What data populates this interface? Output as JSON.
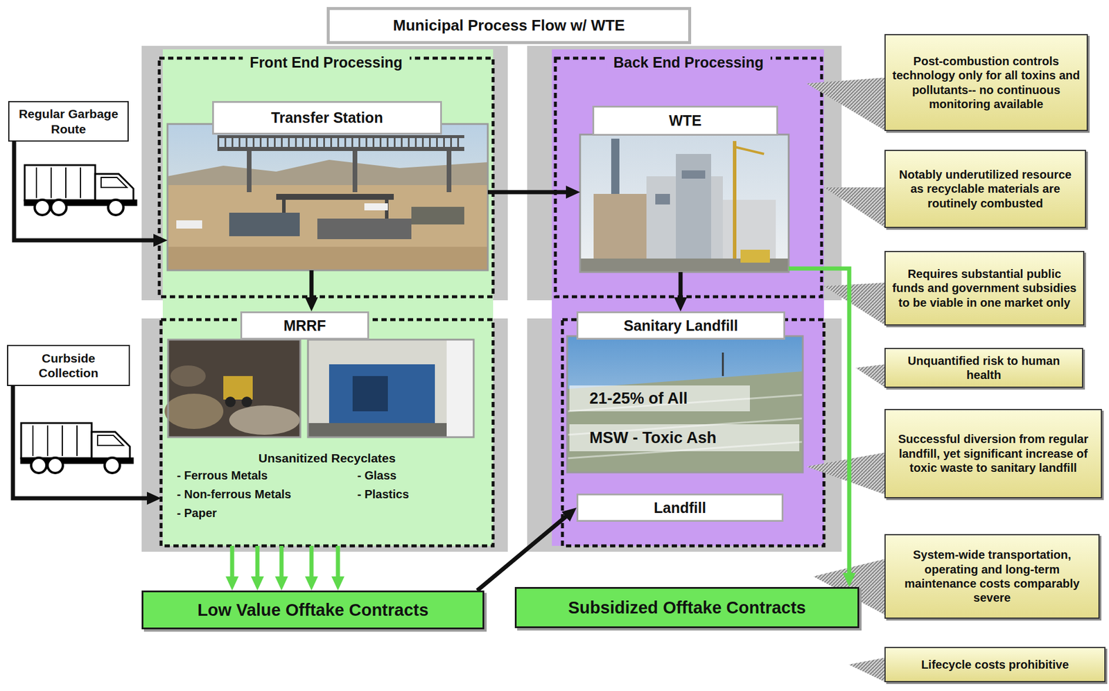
{
  "diagram": {
    "title": "Municipal Process Flow w/ WTE",
    "nodes": [
      {
        "text": [
          "Regular Garbage Route"
        ]
      },
      {
        "text": [
          "Curbside Collection"
        ]
      },
      {
        "text": [
          "Front End Processing"
        ]
      },
      {
        "text": [
          "Transfer Station"
        ],
        "in": 2
      },
      {
        "text": [
          "MRRF",
          "Unsanitized Recyclates",
          "- Ferrous Metals",
          "- Non-ferrous Metals",
          "- Paper",
          "- Glass",
          "- Plastics"
        ]
      },
      {
        "text": [
          "Back End Processing"
        ]
      },
      {
        "text": [
          "WTE"
        ],
        "in": 5
      },
      {
        "text": [
          "Sanitary Landfill",
          "21-25% of All",
          "MSW - Toxic Ash"
        ]
      },
      {
        "text": [
          "Landfill"
        ]
      },
      {
        "text": [
          "Low Value Offtake Contracts"
        ]
      },
      {
        "text": [
          "Subsidized Offtake Contracts"
        ]
      },
      {
        "text": [
          "Post-combustion controls technology only for all toxins and pollutants-- no continuous monitoring available"
        ]
      },
      {
        "text": [
          "Notably underutilized resource as recyclable materials are routinely combusted"
        ]
      },
      {
        "text": [
          "Requires substantial public funds and government subsidies to be viable in one market only"
        ]
      },
      {
        "text": [
          "Unquantified risk to human health"
        ]
      },
      {
        "text": [
          "Successful diversion from regular landfill, yet significant increase of toxic waste to sanitary landfill"
        ]
      },
      {
        "text": [
          "System-wide transportation, operating and long-term maintenance costs comparably severe"
        ]
      },
      {
        "text": [
          "Lifecycle costs prohibitive"
        ]
      }
    ],
    "edges": [
      {
        "from": 0,
        "to": 3,
        "arrow": "to"
      },
      {
        "from": 1,
        "to": 4,
        "arrow": "to"
      },
      {
        "from": 3,
        "to": 6,
        "arrow": "to"
      },
      {
        "from": 3,
        "to": 4,
        "arrow": "to"
      },
      {
        "from": 6,
        "to": 7,
        "arrow": "to"
      },
      {
        "from": 4,
        "to": 9,
        "arrow": "to"
      },
      {
        "from": 4,
        "to": 9,
        "arrow": "to"
      },
      {
        "from": 4,
        "to": 9,
        "arrow": "to"
      },
      {
        "from": 4,
        "to": 9,
        "arrow": "to"
      },
      {
        "from": 4,
        "to": 9,
        "arrow": "to"
      },
      {
        "from": 9,
        "to": 8,
        "arrow": "to"
      },
      {
        "from": 6,
        "to": 10,
        "arrow": "to"
      }
    ]
  }
}
